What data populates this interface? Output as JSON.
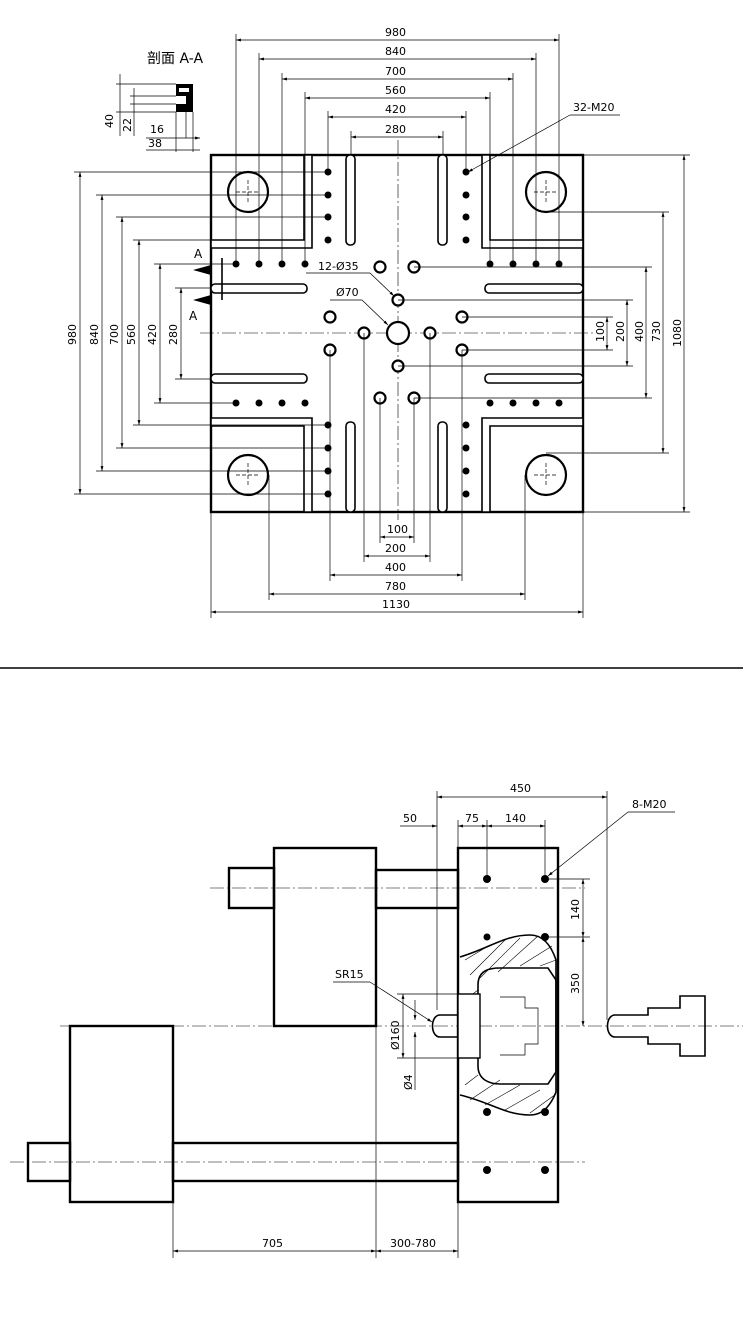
{
  "top_view": {
    "section_label": "剖面 A-A",
    "section_dims": {
      "h1": "40",
      "h2": "22",
      "w1": "16",
      "w2": "38"
    },
    "top_dims": [
      "980",
      "840",
      "700",
      "560",
      "420",
      "280"
    ],
    "thread_label": "32-M20",
    "hole_label": "12-Ø35",
    "center_label": "Ø70",
    "section_mark": "A",
    "left_dims": [
      "980",
      "840",
      "700",
      "560",
      "420",
      "280"
    ],
    "right_dims": [
      "100",
      "200",
      "400",
      "730",
      "1080"
    ],
    "bottom_dims": [
      "100",
      "200",
      "400",
      "780",
      "1130"
    ]
  },
  "side_view": {
    "top_dims": {
      "overall": "450",
      "d50": "50",
      "d75": "75",
      "d140": "140"
    },
    "thread_label": "8-M20",
    "right_dims": {
      "d140": "140",
      "d350": "350"
    },
    "sr_label": "SR15",
    "d160_label": "Ø160",
    "d4_label": "Ø4",
    "bottom_dims": {
      "d705": "705",
      "stroke": "300-780"
    }
  }
}
